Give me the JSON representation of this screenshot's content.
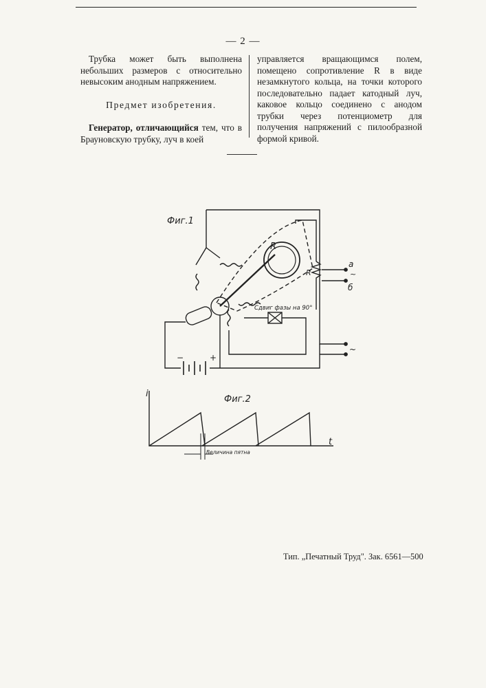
{
  "page": {
    "number": "— 2 —"
  },
  "left_column": {
    "paragraph1": "Трубка может быть выполнена небольших размеров с относительно невысоким анодным напряжением.",
    "heading": "Предмет изобретения.",
    "claim_lead": "Генератор, отличающийся",
    "claim_rest": " тем, что в Брауновскую трубку, луч в коей"
  },
  "right_column": {
    "claim_continuation": "управляется вращающимся полем, помещено сопротивление R в виде незамкнутого кольца, на точки которого последовательно падает катодный луч, каковое кольцо соединено с анодом трубки через потенциометр для получения напряжений с пилообразной формой кривой."
  },
  "figure1": {
    "label": "Фиг.1",
    "ring_label": "R",
    "potentiometer_label": "R",
    "terminal_a": "а",
    "terminal_b": "б",
    "tilde_upper": "~",
    "tilde_lower": "~",
    "phase_note": "Сдвиг фазы на 90°",
    "battery_minus": "−",
    "battery_plus": "+"
  },
  "figure2": {
    "label": "Фиг.2",
    "y_axis": "i",
    "x_axis": "t",
    "gap_label": "Величина пятна"
  },
  "imprint": {
    "text": "Тип. „Печатный Труд\". Зак. 6561—500"
  }
}
